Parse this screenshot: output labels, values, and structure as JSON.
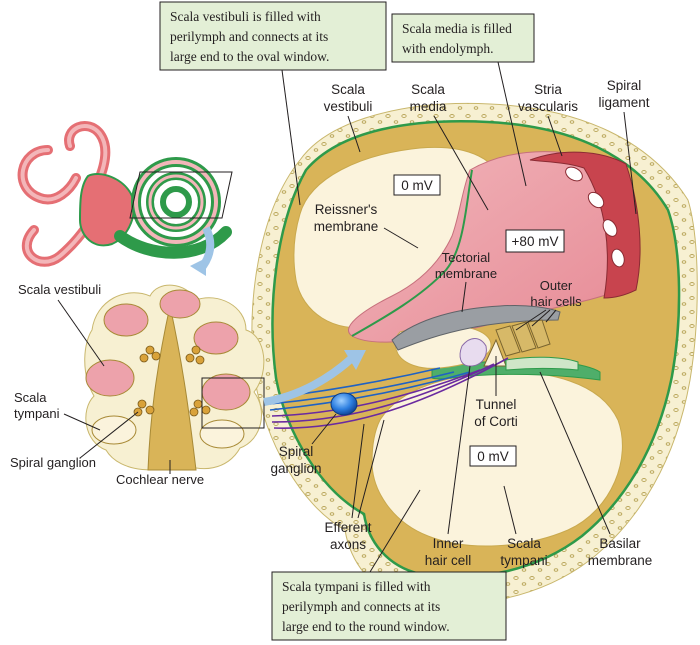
{
  "callouts": {
    "vestibuli": [
      "Scala vestibuli is filled with",
      "perilymph and connects at its",
      "large end to the oval window."
    ],
    "media": [
      "Scala media is filled",
      "with endolymph."
    ],
    "tympani": [
      "Scala tympani is filled with",
      "perilymph and connects at its",
      "large end to the round window."
    ]
  },
  "labels": {
    "scala_vestibuli": [
      "Scala",
      "vestibuli"
    ],
    "scala_media": [
      "Scala",
      "media"
    ],
    "stria_vascularis": [
      "Stria",
      "vascularis"
    ],
    "spiral_ligament": [
      "Spiral",
      "ligament"
    ],
    "reissners_membrane": [
      "Reissner's",
      "membrane"
    ],
    "tectorial_membrane": [
      "Tectorial",
      "membrane"
    ],
    "outer_hair_cells": [
      "Outer",
      "hair cells"
    ],
    "tunnel_of_corti": [
      "Tunnel",
      "of Corti"
    ],
    "spiral_ganglion_main": [
      "Spiral",
      "ganglion"
    ],
    "efferent_axons": [
      "Efferent",
      "axons"
    ],
    "inner_hair_cell": [
      "Inner",
      "hair cell"
    ],
    "scala_tympani_main": [
      "Scala",
      "tympani"
    ],
    "basilar_membrane": [
      "Basilar",
      "membrane"
    ],
    "small_scala_vestibuli": "Scala vestibuli",
    "small_scala_tympani": [
      "Scala",
      "tympani"
    ],
    "small_spiral_ganglion": "Spiral ganglion",
    "small_cochlear_nerve": "Cochlear nerve"
  },
  "potentials": {
    "vestibuli": "0 mV",
    "media": "+80 mV",
    "tympani": "0 mV"
  },
  "colors": {
    "callout_fill": "#e3efd6",
    "bone": "#f7f0d2",
    "tan": "#d9b458",
    "perilymph": "#fbf3dc",
    "endolymph": "#eda2ab",
    "stria": "#c8444e",
    "membrane_green": "#2e9a4a",
    "nerve_blue": "#1f62c4",
    "nerve_purple": "#6a2aa0"
  }
}
